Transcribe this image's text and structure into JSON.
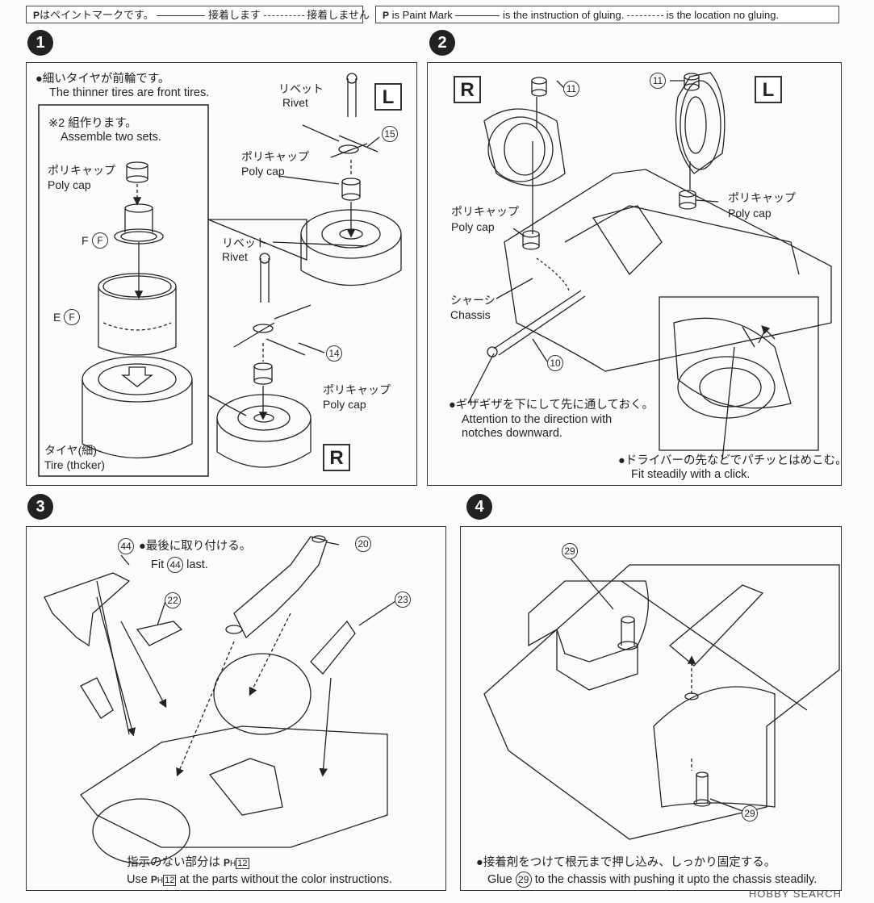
{
  "legend": {
    "jp": {
      "mark": "P",
      "text1": "はペイントマークです。",
      "text2": "接着します",
      "text3": "接着しません"
    },
    "en": {
      "mark": "P",
      "text1": "is Paint Mark",
      "text2": "is the instruction of gluing.",
      "text3": "is the location no gluing."
    }
  },
  "step1": {
    "number": "1",
    "front_note_jp": "●細いタイヤが前輪です。",
    "front_note_en": "The thinner tires are front tires.",
    "sets_note_jp": "※2 組作ります。",
    "sets_note_en": "Assemble two sets.",
    "polycap1_jp": "ポリキャップ",
    "polycap1_en": "Poly cap",
    "label_f": "F",
    "part_f": "F",
    "label_e": "E",
    "part_e": "F",
    "tire_jp": "タイヤ(細)",
    "tire_en": "Tire (thcker)",
    "rivet_top_jp": "リベット",
    "rivet_top_en": "Rivet",
    "side_l": "L",
    "part_15": "15",
    "polycap2_jp": "ポリキャップ",
    "polycap2_en": "Poly cap",
    "rivet_mid_jp": "リベット",
    "rivet_mid_en": "Rivet",
    "part_14": "14",
    "polycap3_jp": "ポリキャップ",
    "polycap3_en": "Poly cap",
    "side_r": "R"
  },
  "step2": {
    "number": "2",
    "side_r": "R",
    "side_l": "L",
    "part_11a": "11",
    "part_11b": "11",
    "polycap_right_jp": "ポリキャップ",
    "polycap_right_en": "Poly cap",
    "polycap_left_jp": "ポリキャップ",
    "polycap_left_en": "Poly cap",
    "chassis_jp": "シャーシ",
    "chassis_en": "Chassis",
    "part_10": "10",
    "notch_jp": "●ギザギザを下にして先に通しておく。",
    "notch_en1": "Attention to the direction with",
    "notch_en2": "notches downward.",
    "click_jp": "●ドライバーの先などでパチッとはめこむ。",
    "click_en": "Fit steadily with a click."
  },
  "step3": {
    "number": "3",
    "part_44": "44",
    "fit_last_jp": "●最後に取り付ける。",
    "fit_last_en_pre": "Fit",
    "fit_last_part": "44",
    "fit_last_en_post": "last.",
    "part_20": "20",
    "part_22": "22",
    "part_23": "23",
    "paint_jp": "指示のない部分は",
    "paint_code": "P",
    "paint_sub": "H",
    "paint_num": "12",
    "paint_en_pre": "Use",
    "paint_en_post": "at the parts without the color instructions."
  },
  "step4": {
    "number": "4",
    "part_29a": "29",
    "part_29b": "29",
    "glue_jp": "●接着剤をつけて根元まで押し込み、しっかり固定する。",
    "glue_en_pre": "Glue",
    "glue_part": "29",
    "glue_en_post": "to the chassis with pushing it upto the chassis steadily."
  },
  "watermark": "HOBBY SEARCH"
}
